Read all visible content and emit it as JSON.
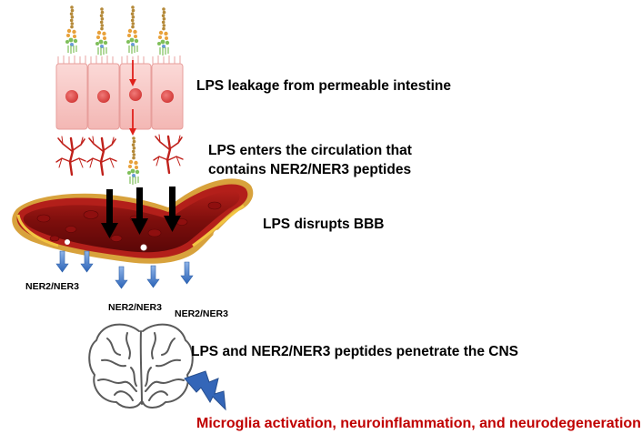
{
  "steps": {
    "step1": "LPS leakage from permeable intestine",
    "step2_line1": "LPS enters the circulation that",
    "step2_line2": "contains NER2/NER3 peptides",
    "step3": "LPS disrupts  BBB",
    "step4": "LPS and NER2/NER3 peptides penetrate the CNS",
    "step5": "Microglia activation, neuroinflammation, and neurodegeneration"
  },
  "peptide_labels": [
    "NER2/NER3",
    "NER2/NER3",
    "NER2/NER3"
  ],
  "colors": {
    "outcome_text": "#c00000",
    "intestinal_cell": "#f7c6c4",
    "nucleus": "#e55a5a",
    "leak_arrow": "#e0201b",
    "vessel_wall": "#a81a16",
    "blood": "#7a0d0d",
    "endothelium": "#f2c542",
    "peptide_arrow": "#3a78c8",
    "lightning": "#3466b8"
  },
  "icons": [
    "lps-molecule-icon",
    "intestinal-epithelium-icon",
    "capillary-icon",
    "blood-vessel-icon",
    "brain-icon",
    "lightning-icon"
  ]
}
